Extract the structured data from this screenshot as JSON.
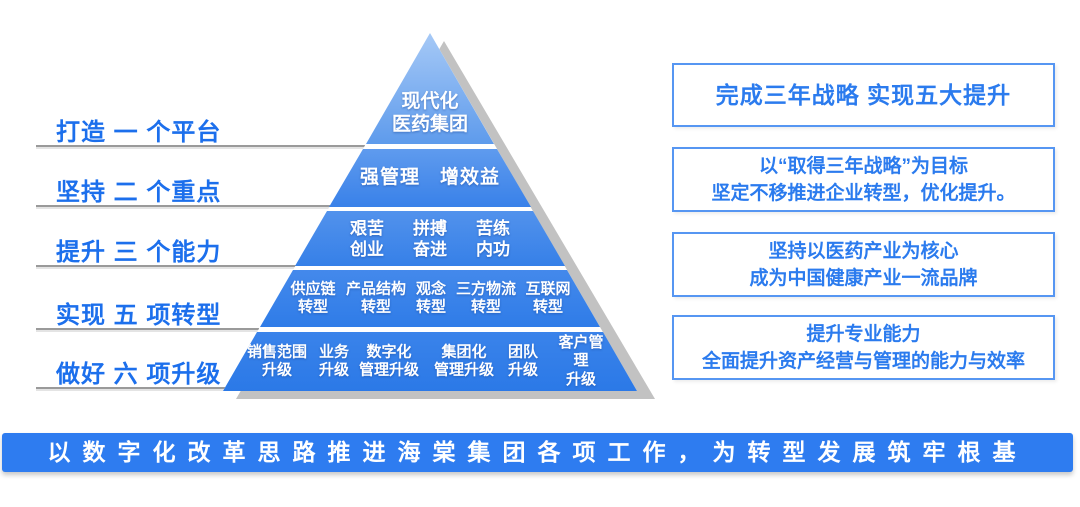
{
  "left_panel": {
    "rows": [
      {
        "label": "打造 一 个平台"
      },
      {
        "label": "坚持 二 个重点"
      },
      {
        "label": "提升 三 个能力"
      },
      {
        "label": "实现 五 项转型"
      },
      {
        "label": "做好 六 项升级"
      }
    ]
  },
  "pyramid": {
    "levels": [
      {
        "name": "一个平台",
        "items": [
          "现代化\n医药集团"
        ]
      },
      {
        "name": "两个重点",
        "items": [
          "强管理　增效益"
        ]
      },
      {
        "name": "三个能力",
        "items": [
          "艰苦\n创业",
          "拼搏\n奋进",
          "苦练\n内功"
        ]
      },
      {
        "name": "五项转型",
        "items": [
          "供应链\n转型",
          "产品结构\n转型",
          "观念\n转型",
          "三方物流\n转型",
          "互联网\n转型"
        ]
      },
      {
        "name": "六项升级",
        "items": [
          "销售范围\n升级",
          "业务\n升级",
          "数字化\n管理升级",
          "集团化\n管理升级",
          "团队\n升级",
          "客户管理\n升级"
        ]
      }
    ]
  },
  "right_panel": {
    "boxes": [
      {
        "lines": [
          "完成三年战略  实现五大提升"
        ]
      },
      {
        "lines": [
          "以“取得三年战略”为目标",
          "坚定不移推进企业转型，优化提升。"
        ]
      },
      {
        "lines": [
          "坚持以医药产业为核心",
          "成为中国健康产业一流品牌"
        ]
      },
      {
        "lines": [
          "提升专业能力",
          "全面提升资产经营与管理的能力与效率"
        ]
      }
    ]
  },
  "footer": {
    "banner": "以数字化改革思路推进海棠集团各项工作，为转型发展筑牢根基"
  },
  "colors": {
    "label_blue": "#1C6FEC",
    "box_text_blue": "#2B7BEE",
    "box_border_blue": "#5696F2",
    "banner_blue": "#2E7CF0",
    "pyramid_top_blue": "#A6C9F6",
    "pyramid_bottom_blue": "#2B79E7",
    "shadow_gray": "#C2C2C2"
  }
}
